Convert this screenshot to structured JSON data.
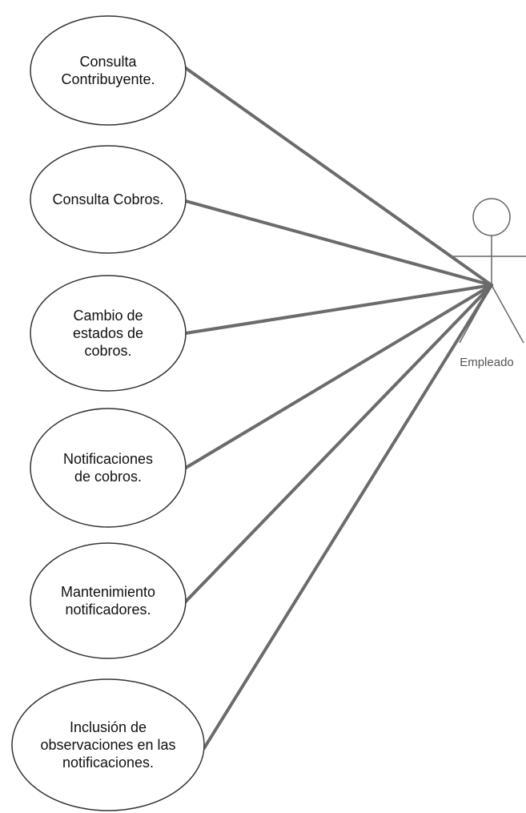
{
  "diagram": {
    "actor": {
      "label": "Empleado",
      "icon": "stick-figure-actor"
    },
    "use_cases": [
      {
        "id": "uc1",
        "lines": [
          "Consulta",
          "Contribuyente."
        ]
      },
      {
        "id": "uc2",
        "lines": [
          "Consulta Cobros."
        ]
      },
      {
        "id": "uc3",
        "lines": [
          "Cambio de",
          "estados de",
          "cobros."
        ]
      },
      {
        "id": "uc4",
        "lines": [
          "Notificaciones",
          "de cobros."
        ]
      },
      {
        "id": "uc5",
        "lines": [
          "Mantenimiento",
          "notificadores."
        ]
      },
      {
        "id": "uc6",
        "lines": [
          "Inclusión de",
          "observaciones en las",
          "notificaciones."
        ]
      }
    ],
    "colors": {
      "ellipse_stroke": "#333333",
      "association_line": "#6b6b6b",
      "actor_stroke": "#666666",
      "actor_label": "#555555",
      "text": "#111111"
    }
  }
}
